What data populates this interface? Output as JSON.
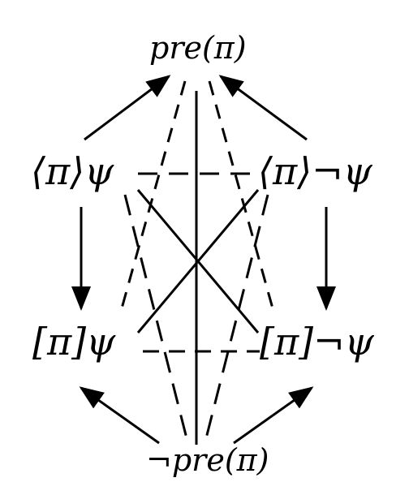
{
  "diagram": {
    "nodes": {
      "top": {
        "label": "pre(π)"
      },
      "mid_left": {
        "label": "⟨π⟩ψ"
      },
      "mid_right": {
        "label": "⟨π⟩¬ψ"
      },
      "bottom_left": {
        "label": "[π]ψ"
      },
      "bottom_right": {
        "label": "[π]¬ψ"
      },
      "bottom": {
        "label": "¬pre(π)"
      }
    },
    "colors": {
      "stroke": "#000000",
      "background": "#ffffff"
    }
  }
}
